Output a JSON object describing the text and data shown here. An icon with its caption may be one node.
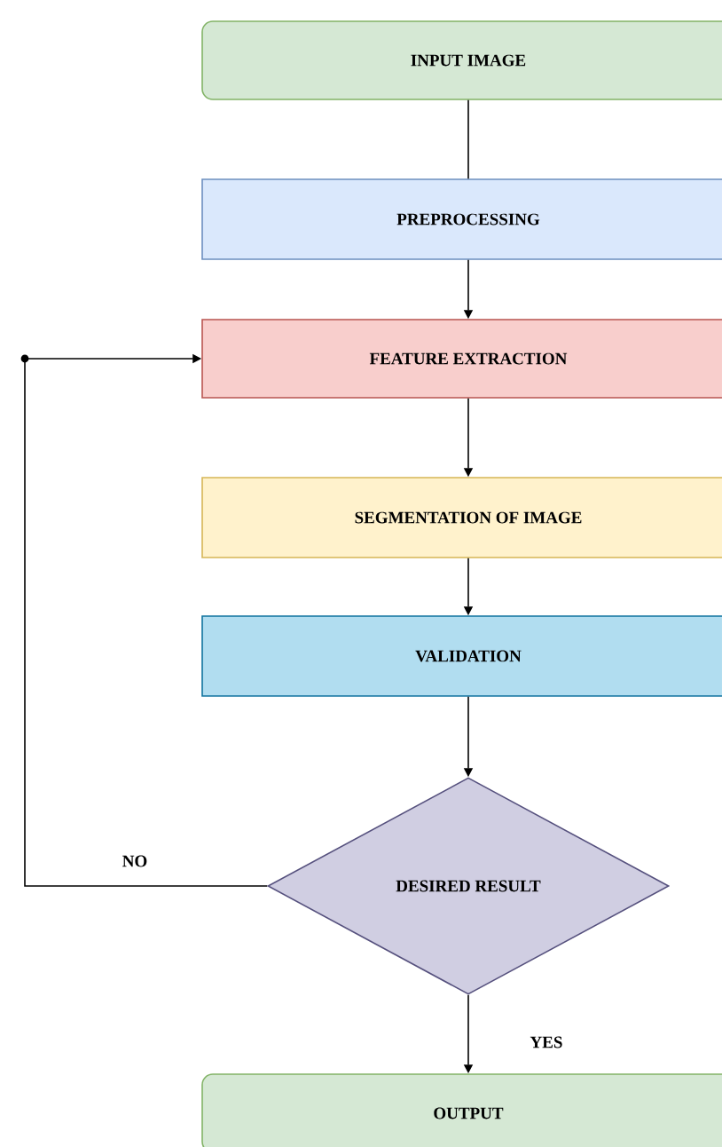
{
  "diagram": {
    "nodes": [
      {
        "text": [
          "INPUT IMAGE"
        ]
      },
      {
        "text": [
          "PREPROCESSING"
        ]
      },
      {
        "text": [
          "FEATURE EXTRACTION"
        ]
      },
      {
        "text": [
          "SEGMENTATION OF IMAGE"
        ]
      },
      {
        "text": [
          "VALIDATION"
        ]
      },
      {
        "text": [
          "DESIRED RESULT"
        ]
      },
      {
        "text": [
          "OUTPUT"
        ]
      }
    ],
    "edges": [
      {
        "from": 0,
        "to": 1,
        "arrow": "none"
      },
      {
        "from": 1,
        "to": 2,
        "arrow": "to"
      },
      {
        "from": 2,
        "to": 3,
        "arrow": "to"
      },
      {
        "from": 3,
        "to": 4,
        "arrow": "to"
      },
      {
        "from": 4,
        "to": 5,
        "arrow": "to"
      },
      {
        "from": 5,
        "to": 2,
        "arrow": "to",
        "label": "NO"
      },
      {
        "from": 5,
        "to": 6,
        "arrow": "to",
        "label": "YES"
      }
    ]
  }
}
